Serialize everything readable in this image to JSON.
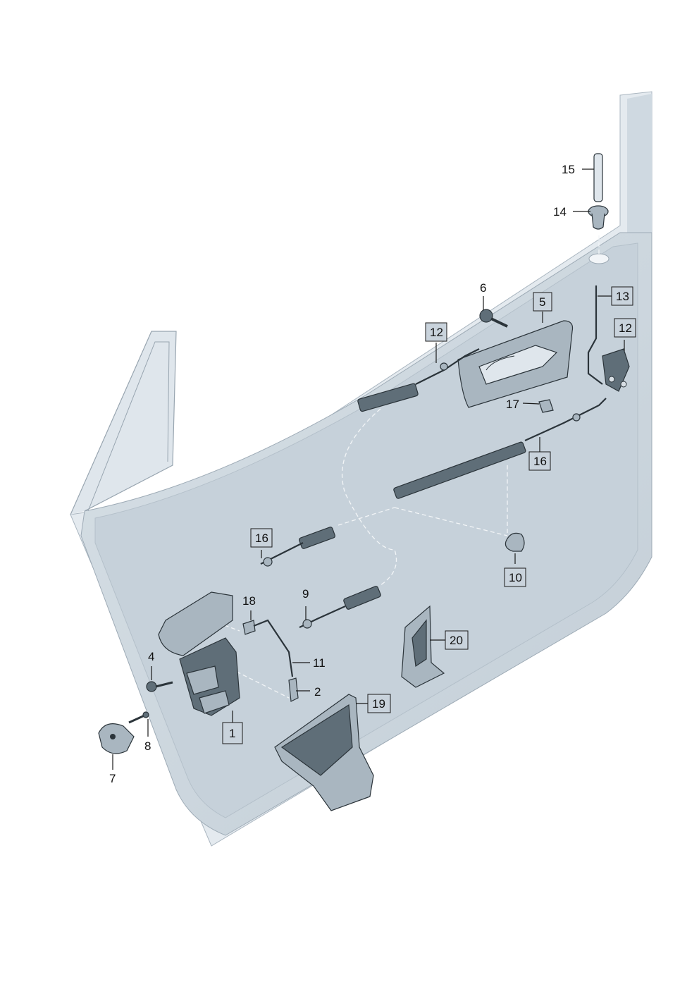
{
  "callouts": [
    {
      "id": "c15",
      "label": "15"
    },
    {
      "id": "c14",
      "label": "14"
    },
    {
      "id": "c13",
      "label": "13"
    },
    {
      "id": "c12a",
      "label": "12"
    },
    {
      "id": "c12b",
      "label": "12"
    },
    {
      "id": "c6",
      "label": "6"
    },
    {
      "id": "c5",
      "label": "5"
    },
    {
      "id": "c17",
      "label": "17"
    },
    {
      "id": "c16a",
      "label": "16"
    },
    {
      "id": "c16b",
      "label": "16"
    },
    {
      "id": "c10",
      "label": "10"
    },
    {
      "id": "c18",
      "label": "18"
    },
    {
      "id": "c9",
      "label": "9"
    },
    {
      "id": "c20",
      "label": "20"
    },
    {
      "id": "c4",
      "label": "4"
    },
    {
      "id": "c11",
      "label": "11"
    },
    {
      "id": "c2",
      "label": "2"
    },
    {
      "id": "c19",
      "label": "19"
    },
    {
      "id": "c1",
      "label": "1"
    },
    {
      "id": "c8",
      "label": "8"
    },
    {
      "id": "c7",
      "label": "7"
    }
  ]
}
